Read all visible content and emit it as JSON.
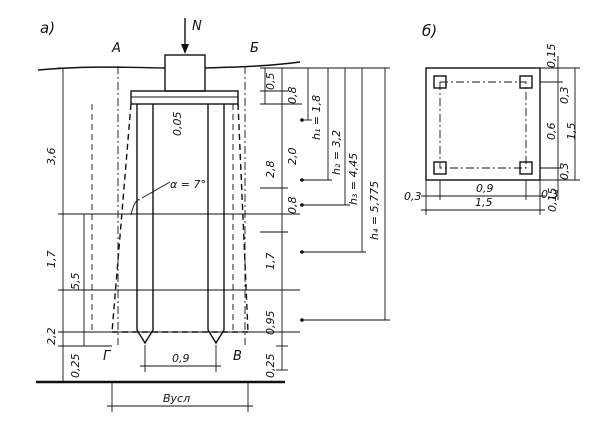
{
  "view_a": {
    "label": "a)",
    "section_left": "А",
    "section_right": "Б",
    "load": "N",
    "corner_left": "Г",
    "corner_right": "В",
    "angle": "α = 7°",
    "left_dims": [
      "3,6",
      "1,7",
      "5,5",
      "2,2",
      "0,25"
    ],
    "pile_offset": "0,05",
    "right_dims": [
      "0,5",
      "0,8",
      "2,8",
      "2,0",
      "0,8",
      "1,7",
      "0,95",
      "0,25"
    ],
    "depths": [
      "h₁ = 1,8",
      "h₂ = 3,2",
      "h₃ = 4,45",
      "h₄ = 5,775"
    ],
    "bottom_width": "0,9",
    "b_cond": "Bусл"
  },
  "view_b": {
    "label": "б)",
    "right_dims": [
      "0,15",
      "0,3",
      "0,6",
      "1,5",
      "0,3",
      "0,15"
    ],
    "bottom_dims": [
      "0,3",
      "0,9",
      "0,3",
      "1,5",
      "0,15"
    ]
  }
}
